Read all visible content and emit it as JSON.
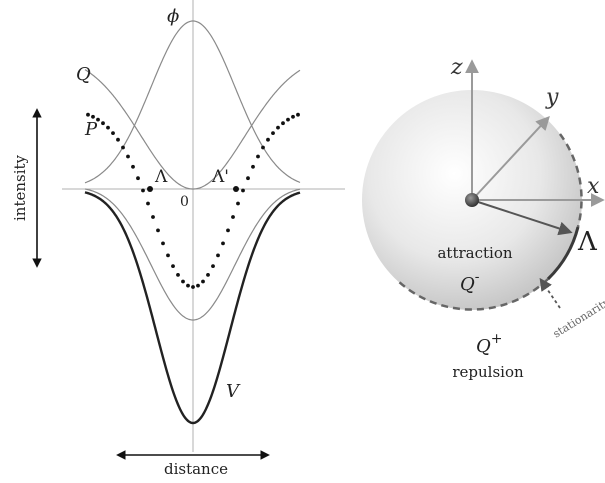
{
  "left_panel": {
    "curve_labels": {
      "phi": "ϕ",
      "Q": "Q",
      "P": "P",
      "V": "V"
    },
    "points": {
      "lambda": "Λ",
      "lambda_prime": "Λ'"
    },
    "origin_label": "0",
    "y_axis_label": "intensity",
    "x_axis_label": "distance"
  },
  "right_panel": {
    "axes": {
      "z": "z",
      "y": "y",
      "x": "x"
    },
    "lambda_label": "Λ",
    "inside": {
      "word": "attraction",
      "symbol": "Q",
      "superscript": "-"
    },
    "outside": {
      "symbol": "Q",
      "superscript": "+",
      "word": "repulsion"
    },
    "stationarity_label": "stationarity"
  },
  "colors": {
    "thin_curve": "#8a8a8a",
    "thick_curve": "#222222",
    "axis_gray": "#9a9a9a",
    "dash_gray": "#666666",
    "sphere_light": "#ffffff",
    "sphere_dark": "#c9c9c9"
  }
}
